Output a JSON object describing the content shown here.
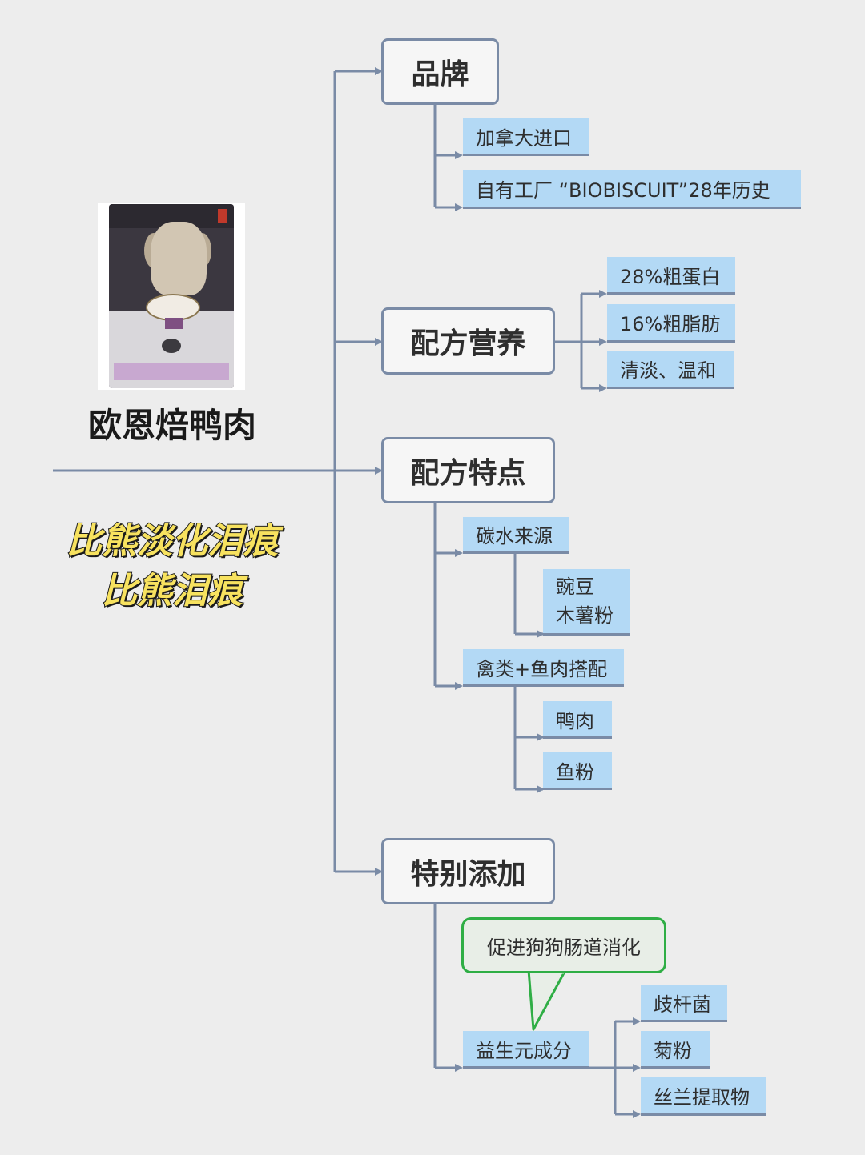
{
  "product": {
    "title": "欧恩焙鸭肉",
    "slogan_line1": "比熊淡化泪痕",
    "slogan_line2": "比熊泪痕"
  },
  "branches": {
    "brand": {
      "label": "品牌",
      "leaves": [
        "加拿大进口",
        "自有工厂 “BIOBISCUIT”28年历史"
      ]
    },
    "nutrition": {
      "label": "配方营养",
      "leaves": [
        "28%粗蛋白",
        "16%粗脂肪",
        "清淡、温和"
      ]
    },
    "features": {
      "label": "配方特点",
      "carb": {
        "label": "碳水来源",
        "sub_line1": "豌豆",
        "sub_line2": "木薯粉"
      },
      "protein": {
        "label": "禽类+鱼肉搭配",
        "subs": [
          "鸭肉",
          "鱼粉"
        ]
      }
    },
    "additives": {
      "label": "特别添加",
      "callout": "促进狗狗肠道消化",
      "prebiotic": {
        "label": "益生元成分",
        "subs": [
          "歧杆菌",
          "菊粉",
          "丝兰提取物"
        ]
      }
    }
  },
  "colors": {
    "connector": "#7a8ba6",
    "leaf_fill": "#b3d9f5",
    "callout_border": "#2fae45",
    "slogan_fill": "#f7e25f"
  }
}
